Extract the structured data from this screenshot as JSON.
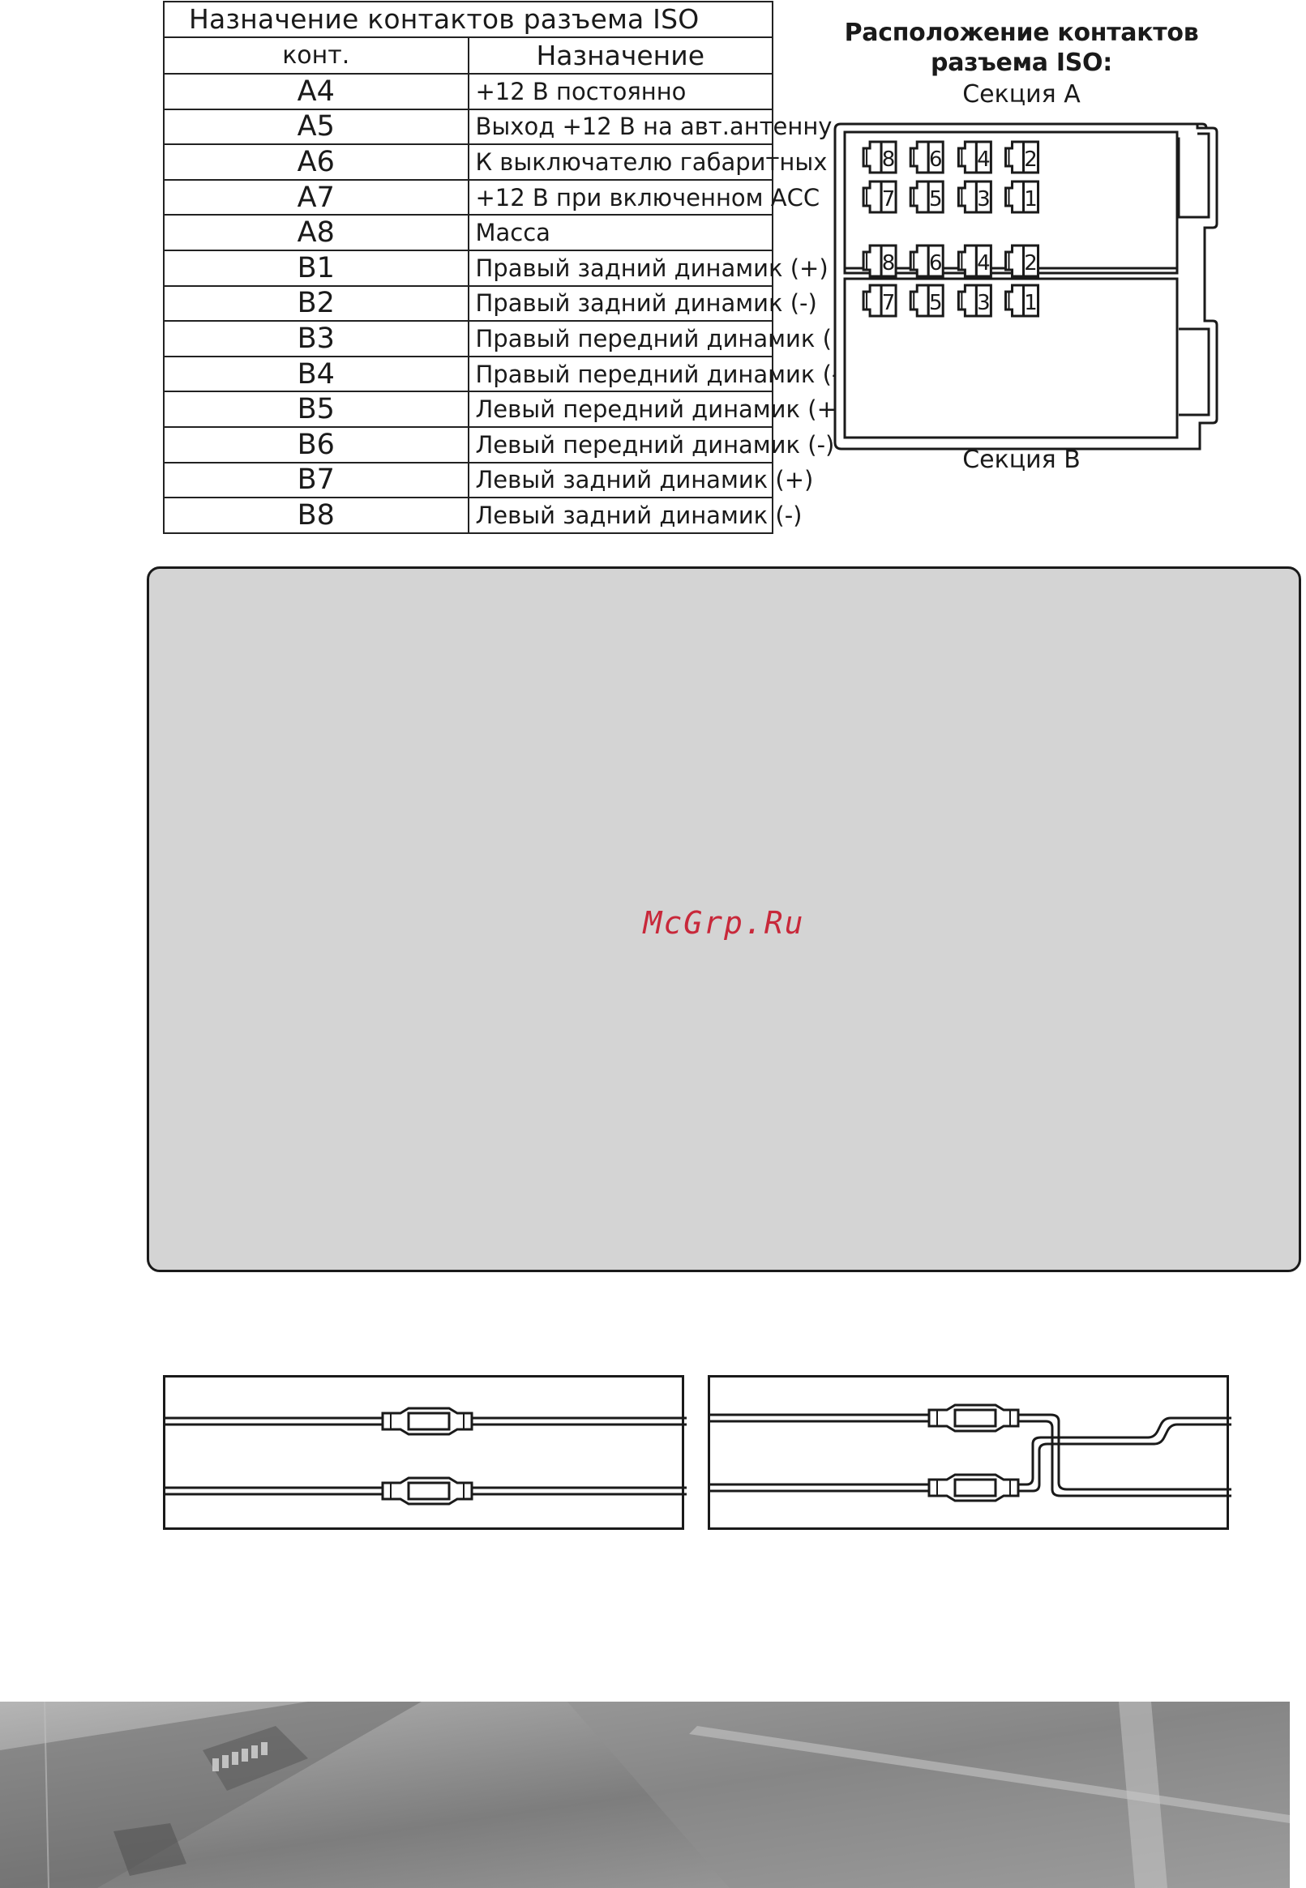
{
  "pin_table": {
    "title": "Назначение контактов разъема ISO",
    "col_pin": "конт.",
    "col_function": "Назначение",
    "rows": [
      {
        "pin": "A4",
        "function": "+12 В постоянно"
      },
      {
        "pin": "A5",
        "function": "Выход +12 В на авт.антенну"
      },
      {
        "pin": "A6",
        "function": "К выключателю габаритных огней (+)"
      },
      {
        "pin": "A7",
        "function": "+12 В при включенном АСС"
      },
      {
        "pin": "A8",
        "function": "Масса"
      },
      {
        "pin": "B1",
        "function": "Правый задний динамик (+)"
      },
      {
        "pin": "B2",
        "function": "Правый задний динамик (-)"
      },
      {
        "pin": "B3",
        "function": "Правый передний динамик (+)"
      },
      {
        "pin": "B4",
        "function": "Правый передний динамик (-)"
      },
      {
        "pin": "B5",
        "function": "Левый передний динамик (+)"
      },
      {
        "pin": "B6",
        "function": "Левый передний динамик (-)"
      },
      {
        "pin": "B7",
        "function": "Левый задний динамик (+)"
      },
      {
        "pin": "B8",
        "function": "Левый задний динамик (-)"
      }
    ]
  },
  "connector": {
    "title_line1": "Расположение контактов",
    "title_line2": "разъема ISO:",
    "section_a": "Секция А",
    "section_b": "Секция В",
    "top_row_numbers": [
      "8",
      "6",
      "4",
      "2"
    ],
    "bottom_row_numbers": [
      "7",
      "5",
      "3",
      "1"
    ]
  },
  "ad_panel": {
    "watermark": "McGrp.Ru",
    "watermark_color": "#c8283a"
  }
}
